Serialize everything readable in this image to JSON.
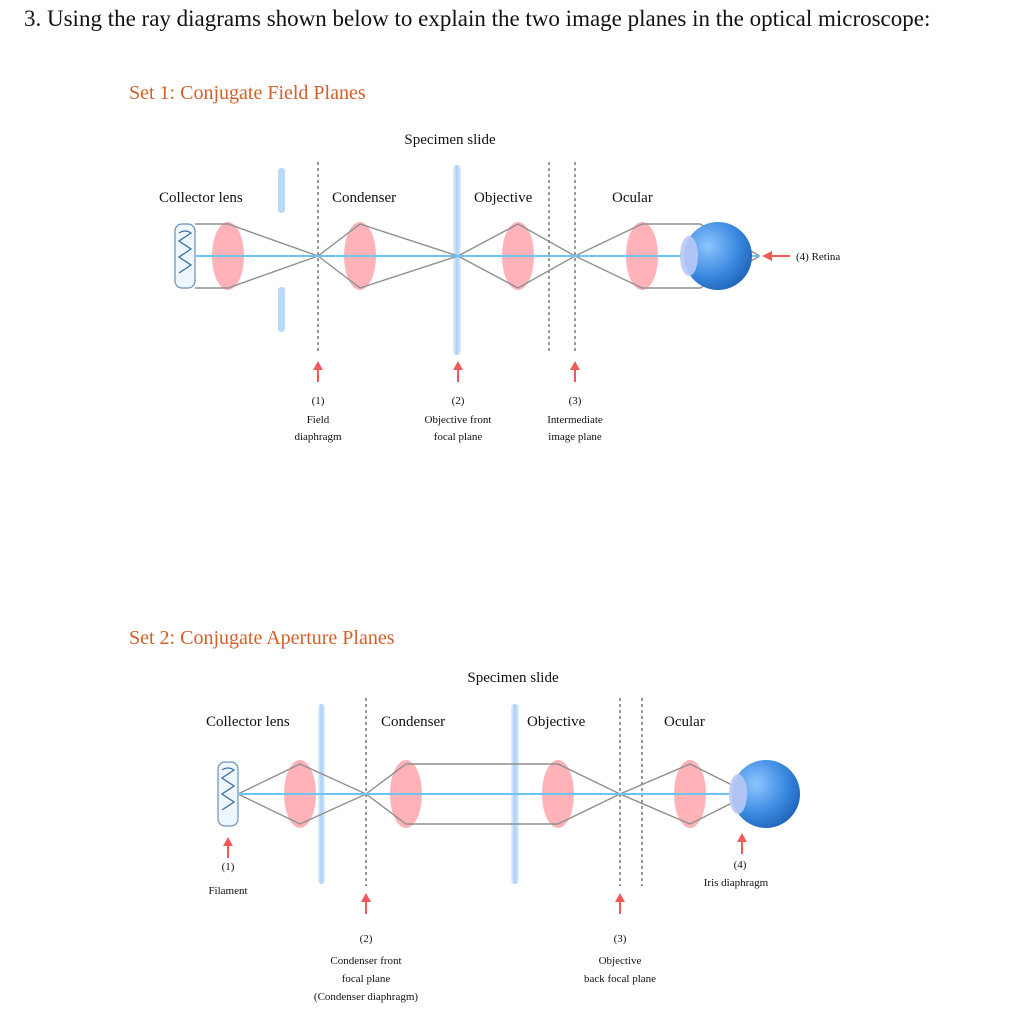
{
  "question": "3. Using the ray diagrams shown below to explain the two image planes in the optical microscope:",
  "set1": {
    "heading": "Set 1: Conjugate Field Planes",
    "labels": {
      "specimen_slide": "Specimen slide",
      "collector_lens": "Collector lens",
      "condenser": "Condenser",
      "objective": "Objective",
      "ocular": "Ocular",
      "retina": "(4) Retina"
    },
    "planes": [
      {
        "num": "(1)",
        "line1": "Field",
        "line2": "diaphragm"
      },
      {
        "num": "(2)",
        "line1": "Objective front",
        "line2": "focal plane"
      },
      {
        "num": "(3)",
        "line1": "Intermediate",
        "line2": "image plane"
      }
    ]
  },
  "set2": {
    "heading": "Set 2: Conjugate Aperture Planes",
    "labels": {
      "specimen_slide": "Specimen slide",
      "collector_lens": "Collector lens",
      "condenser": "Condenser",
      "objective": "Objective",
      "ocular": "Ocular"
    },
    "planes": [
      {
        "num": "(1)",
        "line1": "Filament",
        "line2": "",
        "line3": ""
      },
      {
        "num": "(2)",
        "line1": "Condenser front",
        "line2": "focal plane",
        "line3": "(Condenser diaphragm)"
      },
      {
        "num": "(3)",
        "line1": "Objective",
        "line2": "back focal plane",
        "line3": ""
      },
      {
        "num": "(4)",
        "line1": "Iris diaphragm",
        "line2": "",
        "line3": ""
      }
    ]
  },
  "colors": {
    "heading": "#d2602a",
    "lens": "#ffb3b8",
    "axis": "#6ec3f2",
    "slide": "#bcd9f6",
    "arrow": "#f25a5a",
    "ray": "#8f8f8f",
    "eye": "#2f7fd8"
  }
}
